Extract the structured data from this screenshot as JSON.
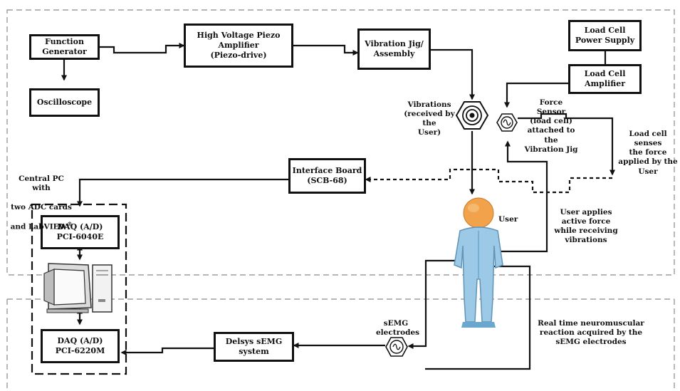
{
  "boxes": {
    "function_generator": "Function\nGenerator",
    "oscilloscope": "Oscilloscope",
    "hv_amplifier": "High Voltage Piezo\nAmplifier\n(Piezo-drive)",
    "vibration_jig": "Vibration Jig/\nAssembly",
    "load_cell_power": "Load Cell\nPower Supply",
    "load_cell_amplifier": "Load Cell\nAmplifier",
    "interface_board": "Interface Board\n(SCB-68)",
    "daq_top": "DAQ (A/D)\nPCI-6040E",
    "daq_bottom": "DAQ (A/D)\nPCI-6220M",
    "delsys": "Delsys sEMG\nsystem"
  },
  "labels": {
    "vibrations": "Vibrations\n(received by the\nUser)",
    "force_sensor": "Force\nSensor\n(load cell)\nattached to the\nVibration Jig",
    "load_cell_senses": "Load cell senses\nthe force\napplied by the\nUser",
    "central_pc_line1": "Central PC with",
    "central_pc_line2": "two ADC cards",
    "central_pc_line3": "and LabVIEW",
    "registered_mark": "®",
    "user": "User",
    "user_applies": "User applies\nactive force\nwhile receiving\nvibrations",
    "semg_electrodes": "sEMG\nelectrodes",
    "real_time": "Real time neuromuscular\nreaction acquired by the\nsEMG electrodes"
  },
  "colors": {
    "line": "#111111",
    "dashed_border": "#8a8a8a",
    "figure_body": "#9cc9e6",
    "figure_shadow": "#6aa7cf",
    "figure_head": "#f2a24a"
  }
}
